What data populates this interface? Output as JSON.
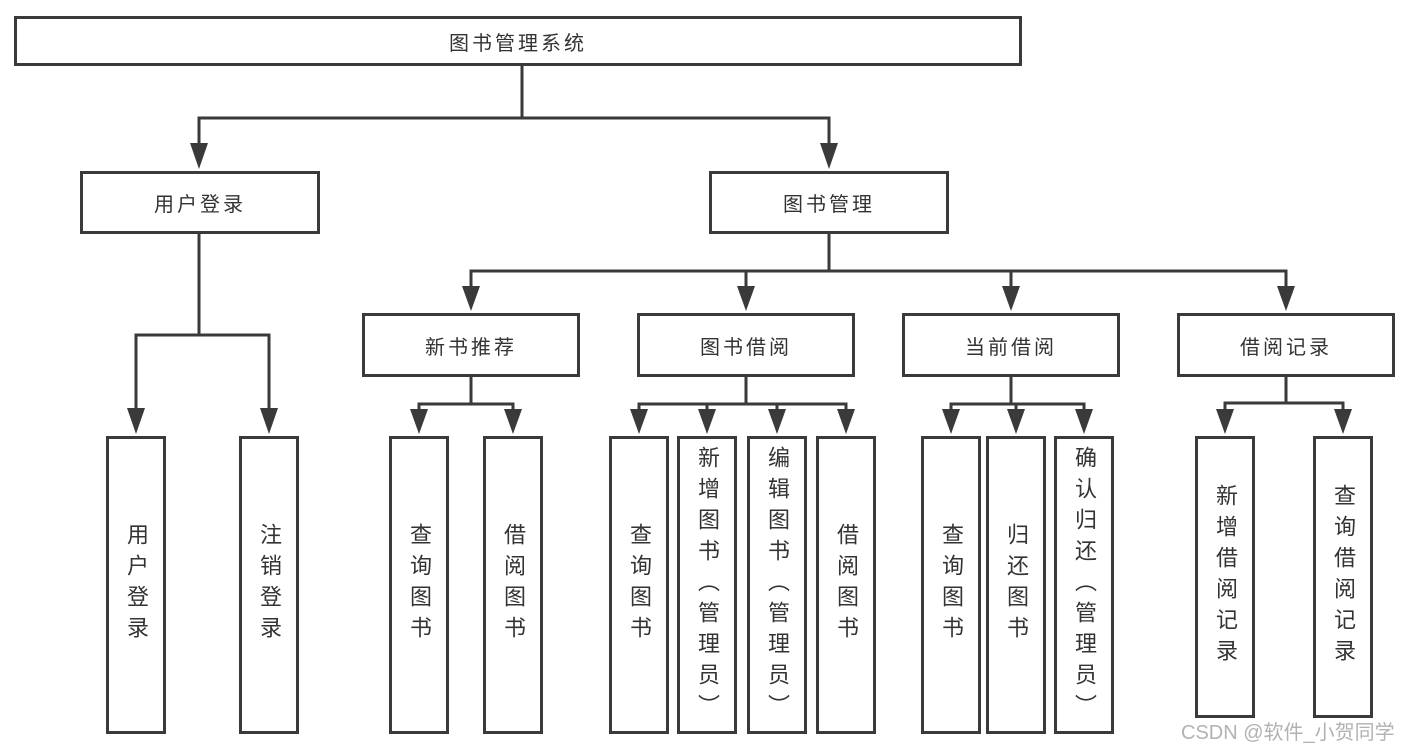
{
  "colors": {
    "line": "#3a3a3a",
    "text": "#333333",
    "box_background": "#ffffff",
    "watermark": "#b2b2b2",
    "page_background": "#ffffff"
  },
  "tree": {
    "root": {
      "label": "图书管理系统"
    },
    "branches": [
      {
        "label": "用户登录",
        "children": [
          {
            "label": "用户登录"
          },
          {
            "label": "注销登录"
          }
        ]
      },
      {
        "label": "图书管理",
        "groups": [
          {
            "label": "新书推荐",
            "children": [
              {
                "label": "查询图书"
              },
              {
                "label": "借阅图书"
              }
            ]
          },
          {
            "label": "图书借阅",
            "children": [
              {
                "label": "查询图书"
              },
              {
                "label": "新增图书（管理员）"
              },
              {
                "label": "编辑图书（管理员）"
              },
              {
                "label": "借阅图书"
              }
            ]
          },
          {
            "label": "当前借阅",
            "children": [
              {
                "label": "查询图书"
              },
              {
                "label": "归还图书"
              },
              {
                "label": "确认归还（管理员）"
              }
            ]
          },
          {
            "label": "借阅记录",
            "children": [
              {
                "label": "新增借阅记录"
              },
              {
                "label": "查询借阅记录"
              }
            ]
          }
        ]
      }
    ]
  },
  "watermark": {
    "text": "CSDN @软件_小贺同学"
  }
}
